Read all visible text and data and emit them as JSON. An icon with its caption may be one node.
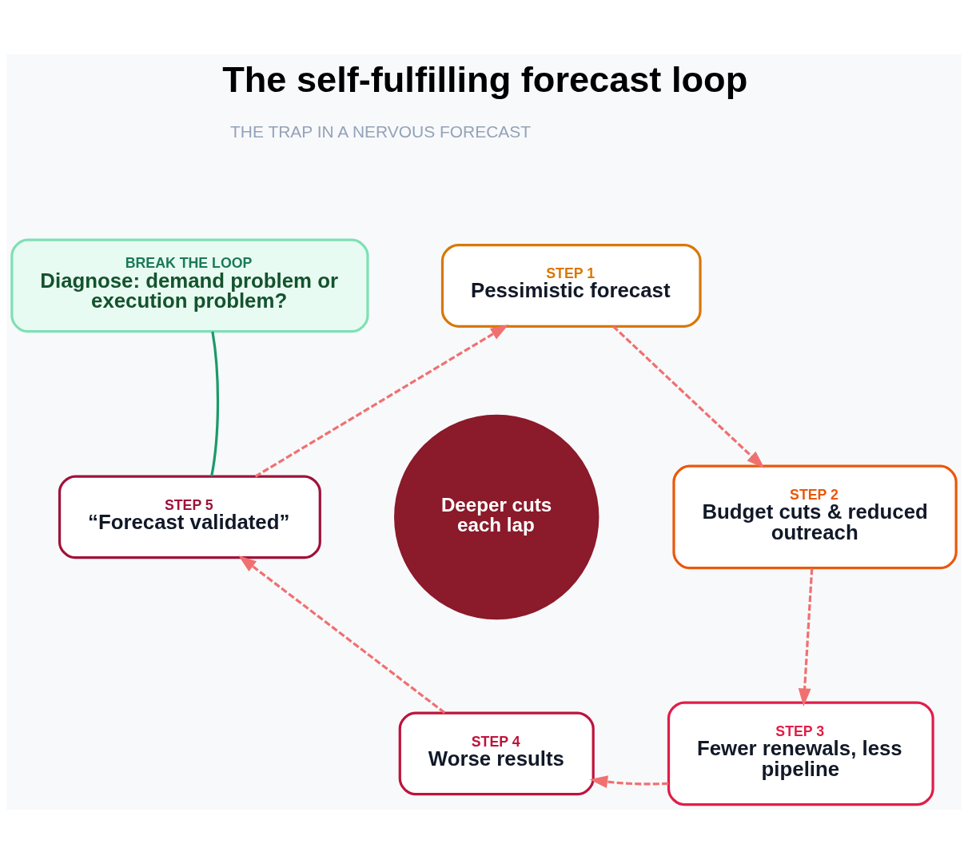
{
  "diagram": {
    "title": "The self-fulfilling forecast loop",
    "nodes": [
      {
        "text": [
          "BREAK THE LOOP",
          "Diagnose: demand problem or execution problem?"
        ]
      },
      {
        "text": [
          "STEP 1",
          "Pessimistic forecast"
        ]
      },
      {
        "text": [
          "STEP 2",
          "Budget cuts & reduced outreach"
        ]
      },
      {
        "text": [
          "STEP 3",
          "Fewer renewals, less pipeline"
        ]
      },
      {
        "text": [
          "STEP 4",
          "Worse results"
        ]
      },
      {
        "text": [
          "STEP 5",
          "“Forecast validated”"
        ]
      },
      {
        "text": [
          "Deeper cuts each lap"
        ]
      }
    ],
    "edges": [
      {
        "from": 1,
        "to": 2,
        "arrow": "to",
        "style": "dashed"
      },
      {
        "from": 2,
        "to": 3,
        "arrow": "to",
        "style": "dashed"
      },
      {
        "from": 3,
        "to": 4,
        "arrow": "to",
        "style": "dashed"
      },
      {
        "from": 4,
        "to": 5,
        "arrow": "to",
        "style": "dashed"
      },
      {
        "from": 5,
        "to": 1,
        "arrow": "to",
        "style": "dashed"
      },
      {
        "from": 5,
        "to": 0,
        "arrow": "none",
        "color": "#1a9a6a"
      }
    ],
    "labels": [
      "THE TRAP IN A NERVOUS FORECAST"
    ]
  }
}
